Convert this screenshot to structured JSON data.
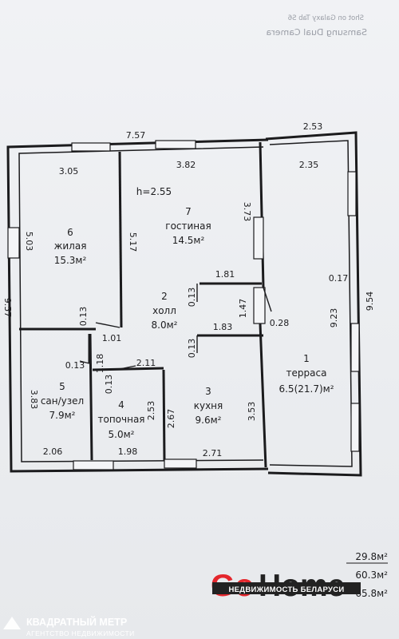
{
  "camera_watermark": {
    "line1": "Samsung Dual Camera",
    "line2": "Shot on Galaxy Tab S6"
  },
  "plan": {
    "height_label": "h=2.55",
    "rooms": [
      {
        "number": "6",
        "name": "жилая",
        "area": "15.3м²"
      },
      {
        "number": "7",
        "name": "гостиная",
        "area": "14.5м²"
      },
      {
        "number": "2",
        "name": "холл",
        "area": "8.0м²"
      },
      {
        "number": "1",
        "name": "терраса",
        "area": "6.5(21.7)м²"
      },
      {
        "number": "5",
        "name": "сан/узел",
        "area": "7.9м²"
      },
      {
        "number": "4",
        "name": "топочная",
        "area": "5.0м²"
      },
      {
        "number": "3",
        "name": "кухня",
        "area": "9.6м²"
      }
    ],
    "dimensions": {
      "top_overall": "7.57",
      "top_terrace": "2.53",
      "room6_top": "3.05",
      "room7_top": "3.82",
      "terrace_top": "2.35",
      "room6_left": "5.03",
      "room6_right": "5.17",
      "room7_right": "3.73",
      "partition_upper": "1.81",
      "partition_mid": "1.83",
      "wall_013_a": "0.13",
      "wall_013_b": "0.13",
      "wall_013_c": "0.13",
      "wall_013_d": "0.13",
      "wall_013_e": "0.13",
      "hall_147": "1.47",
      "hall_101": "1.01",
      "hall_118": "1.18",
      "hall_211": "2.11",
      "wall_028": "0.28",
      "terrace_017": "0.17",
      "terrace_923": "9.23",
      "terrace_954": "9.54",
      "room5_left": "3.83",
      "room5_bottom": "2.06",
      "room4_bottom": "1.98",
      "room4_right": "2.53",
      "kitchen_left": "2.67",
      "kitchen_right": "3.53",
      "kitchen_bottom": "2.71",
      "left_overall": "9.57"
    }
  },
  "totals": [
    "29.8м²",
    "60.3м²",
    "65.8м²"
  ],
  "logos": {
    "gohome_go": "Go",
    "gohome_home": "Home",
    "gohome_tagline": "НЕДВИЖИМОСТЬ БЕЛАРУСИ",
    "kvm_title": "КВАДРАТНЫЙ МЕТР",
    "kvm_sub": "АГЕНТСТВО НЕДВИЖИМОСТИ"
  },
  "colors": {
    "gohome_red": "#e4262c",
    "gohome_band": "#222222",
    "ink": "#1d1d1f"
  }
}
